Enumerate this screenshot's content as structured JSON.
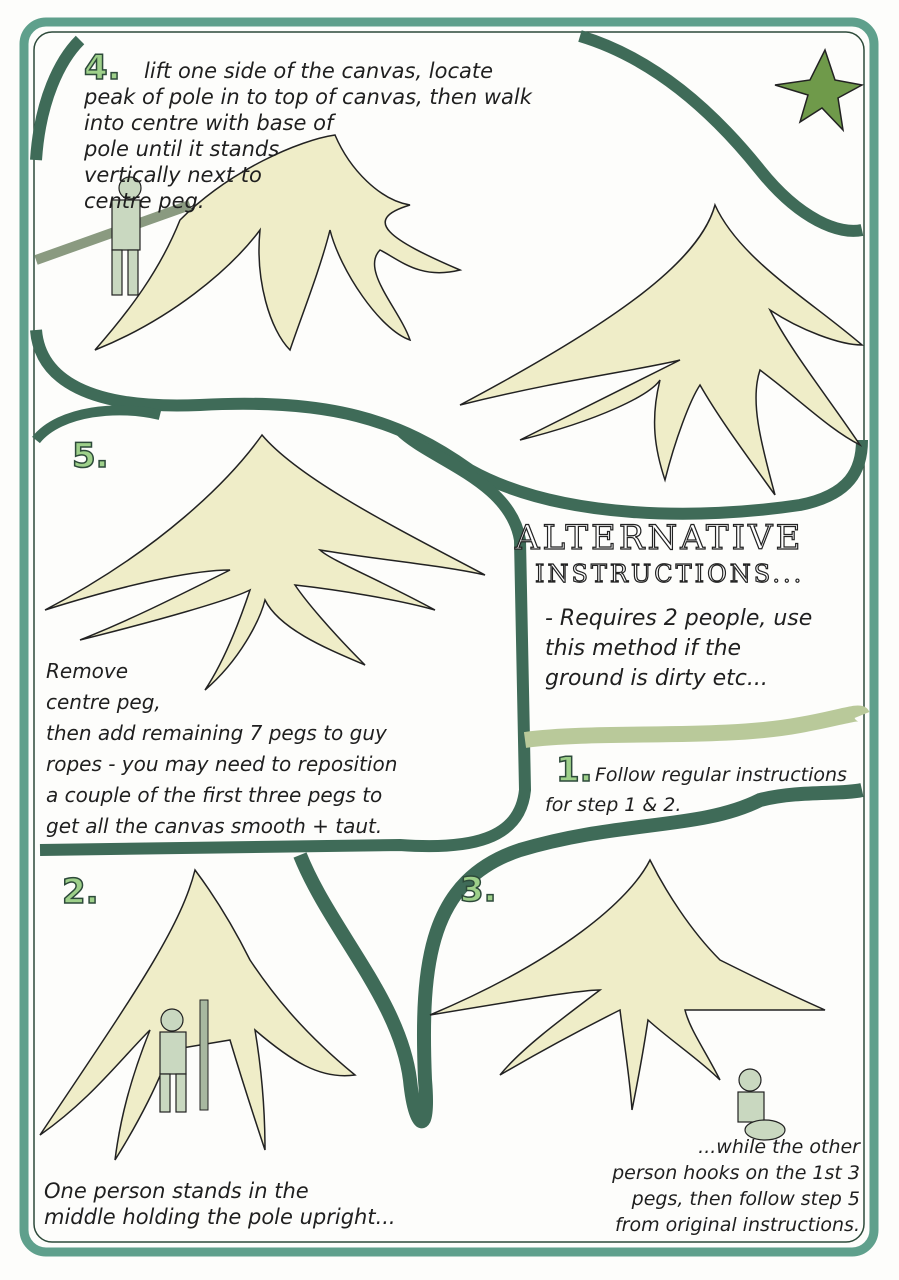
{
  "steps": {
    "step4": {
      "number": "4.",
      "text": "lift one side of the canvas, locate\npeak of pole in to top of canvas, then walk\ninto centre with base of\npole until it stands\nvertically next to\ncentre peg."
    },
    "step5": {
      "number": "5.",
      "text": "Remove\ncentre peg,\nthen add remaining 7 pegs to guy\nropes - you may need to reposition\na couple of the first three pegs to\nget all the canvas smooth + taut."
    },
    "alternative": {
      "title_line1": "ALTERNATIVE",
      "title_line2": "INSTRUCTIONS...",
      "text": "- Requires 2 people, use\nthis method if the\nground is dirty etc..."
    },
    "alt1": {
      "number": "1.",
      "text": "Follow regular instructions\nfor step 1 & 2."
    },
    "alt2": {
      "number": "2.",
      "text": "One person stands in the\nmiddle holding the pole upright..."
    },
    "alt3": {
      "number": "3.",
      "text": "...while the other\nperson hooks on the 1st 3\npegs, then follow step 5\nfrom original instructions."
    }
  },
  "colors": {
    "frame": "#5fa08c",
    "band": "#3f6b58",
    "band_light": "#b9c99a",
    "canvas": "#efedc8",
    "number": "#9ed08a",
    "star": "#6f9a4a"
  }
}
